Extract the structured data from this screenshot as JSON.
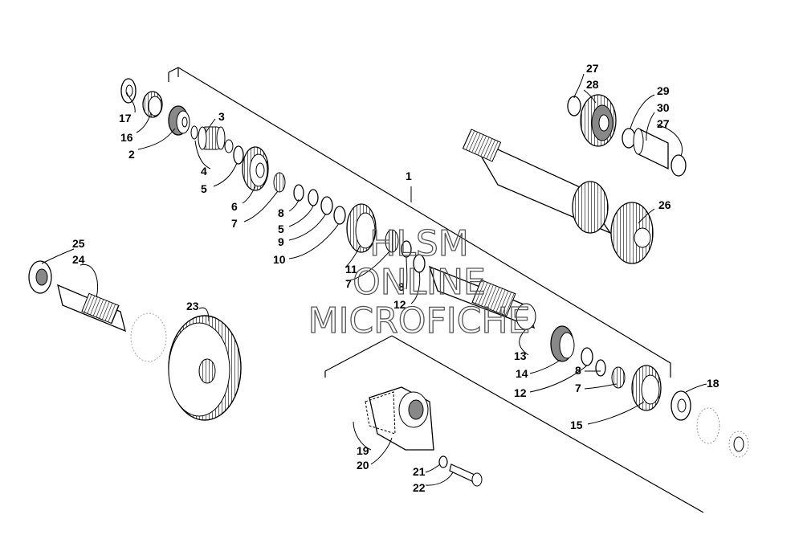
{
  "diagram": {
    "callouts": [
      {
        "id": "c17",
        "label": "17"
      },
      {
        "id": "c16",
        "label": "16"
      },
      {
        "id": "c2",
        "label": "2"
      },
      {
        "id": "c3",
        "label": "3"
      },
      {
        "id": "c4",
        "label": "4"
      },
      {
        "id": "c5a",
        "label": "5"
      },
      {
        "id": "c6",
        "label": "6"
      },
      {
        "id": "c7a",
        "label": "7"
      },
      {
        "id": "c8a",
        "label": "8"
      },
      {
        "id": "c5b",
        "label": "5"
      },
      {
        "id": "c9",
        "label": "9"
      },
      {
        "id": "c10",
        "label": "10"
      },
      {
        "id": "c11",
        "label": "11"
      },
      {
        "id": "c7b",
        "label": "7"
      },
      {
        "id": "c8b",
        "label": "8"
      },
      {
        "id": "c12a",
        "label": "12"
      },
      {
        "id": "c1",
        "label": "1"
      },
      {
        "id": "c27a",
        "label": "27"
      },
      {
        "id": "c28",
        "label": "28"
      },
      {
        "id": "c29",
        "label": "29"
      },
      {
        "id": "c30",
        "label": "30"
      },
      {
        "id": "c27b",
        "label": "27"
      },
      {
        "id": "c26",
        "label": "26"
      },
      {
        "id": "c25",
        "label": "25"
      },
      {
        "id": "c24",
        "label": "24"
      },
      {
        "id": "c23",
        "label": "23"
      },
      {
        "id": "c13",
        "label": "13"
      },
      {
        "id": "c14",
        "label": "14"
      },
      {
        "id": "c12b",
        "label": "12"
      },
      {
        "id": "c8c",
        "label": "8"
      },
      {
        "id": "c7c",
        "label": "7"
      },
      {
        "id": "c15",
        "label": "15"
      },
      {
        "id": "c18",
        "label": "18"
      },
      {
        "id": "c19",
        "label": "19"
      },
      {
        "id": "c20",
        "label": "20"
      },
      {
        "id": "c21",
        "label": "21"
      },
      {
        "id": "c22",
        "label": "22"
      }
    ]
  },
  "watermark": {
    "line1": "HLSM",
    "line2": "ONLINE",
    "line3": "MICROFICHE"
  }
}
